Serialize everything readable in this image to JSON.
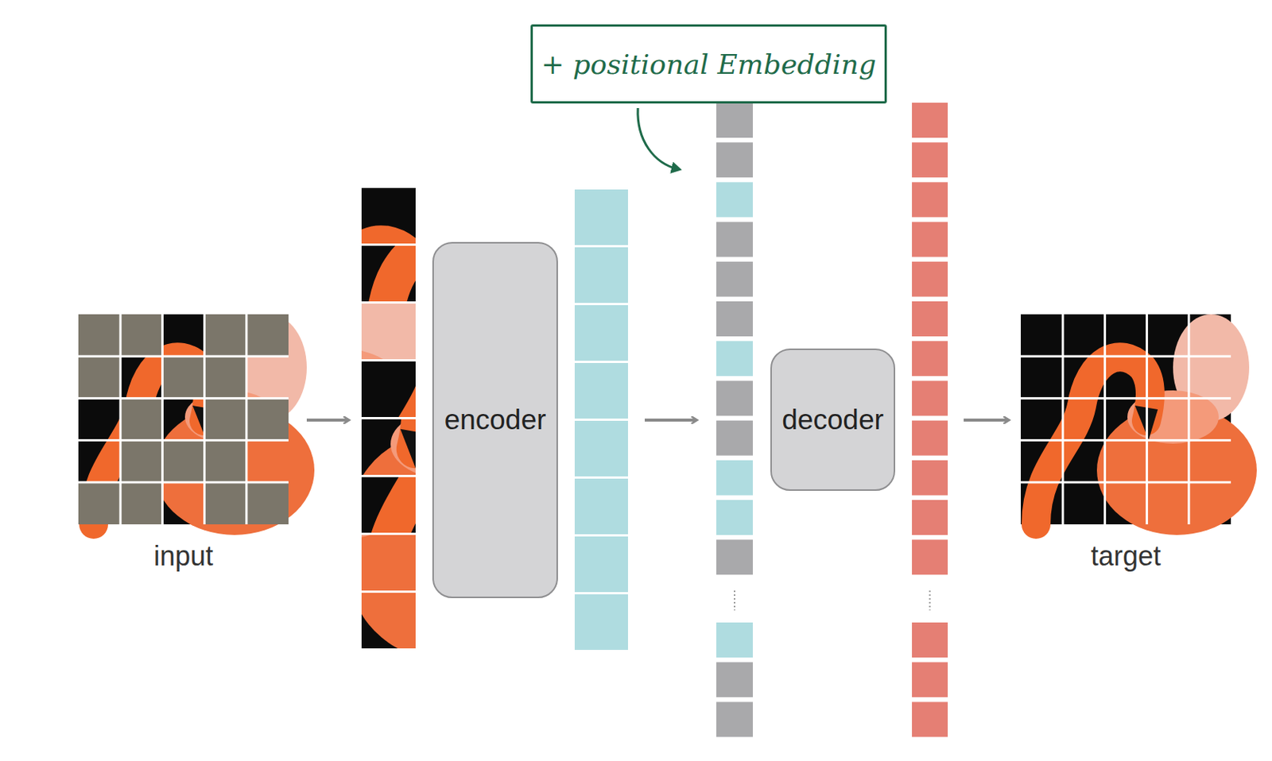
{
  "diagram": {
    "nodes": [
      {
        "text": [
          "+ positional Embedding"
        ]
      },
      {
        "text": [
          "encoder"
        ]
      },
      {
        "text": [
          "decoder"
        ]
      }
    ],
    "labels": [
      "input",
      "target"
    ]
  }
}
